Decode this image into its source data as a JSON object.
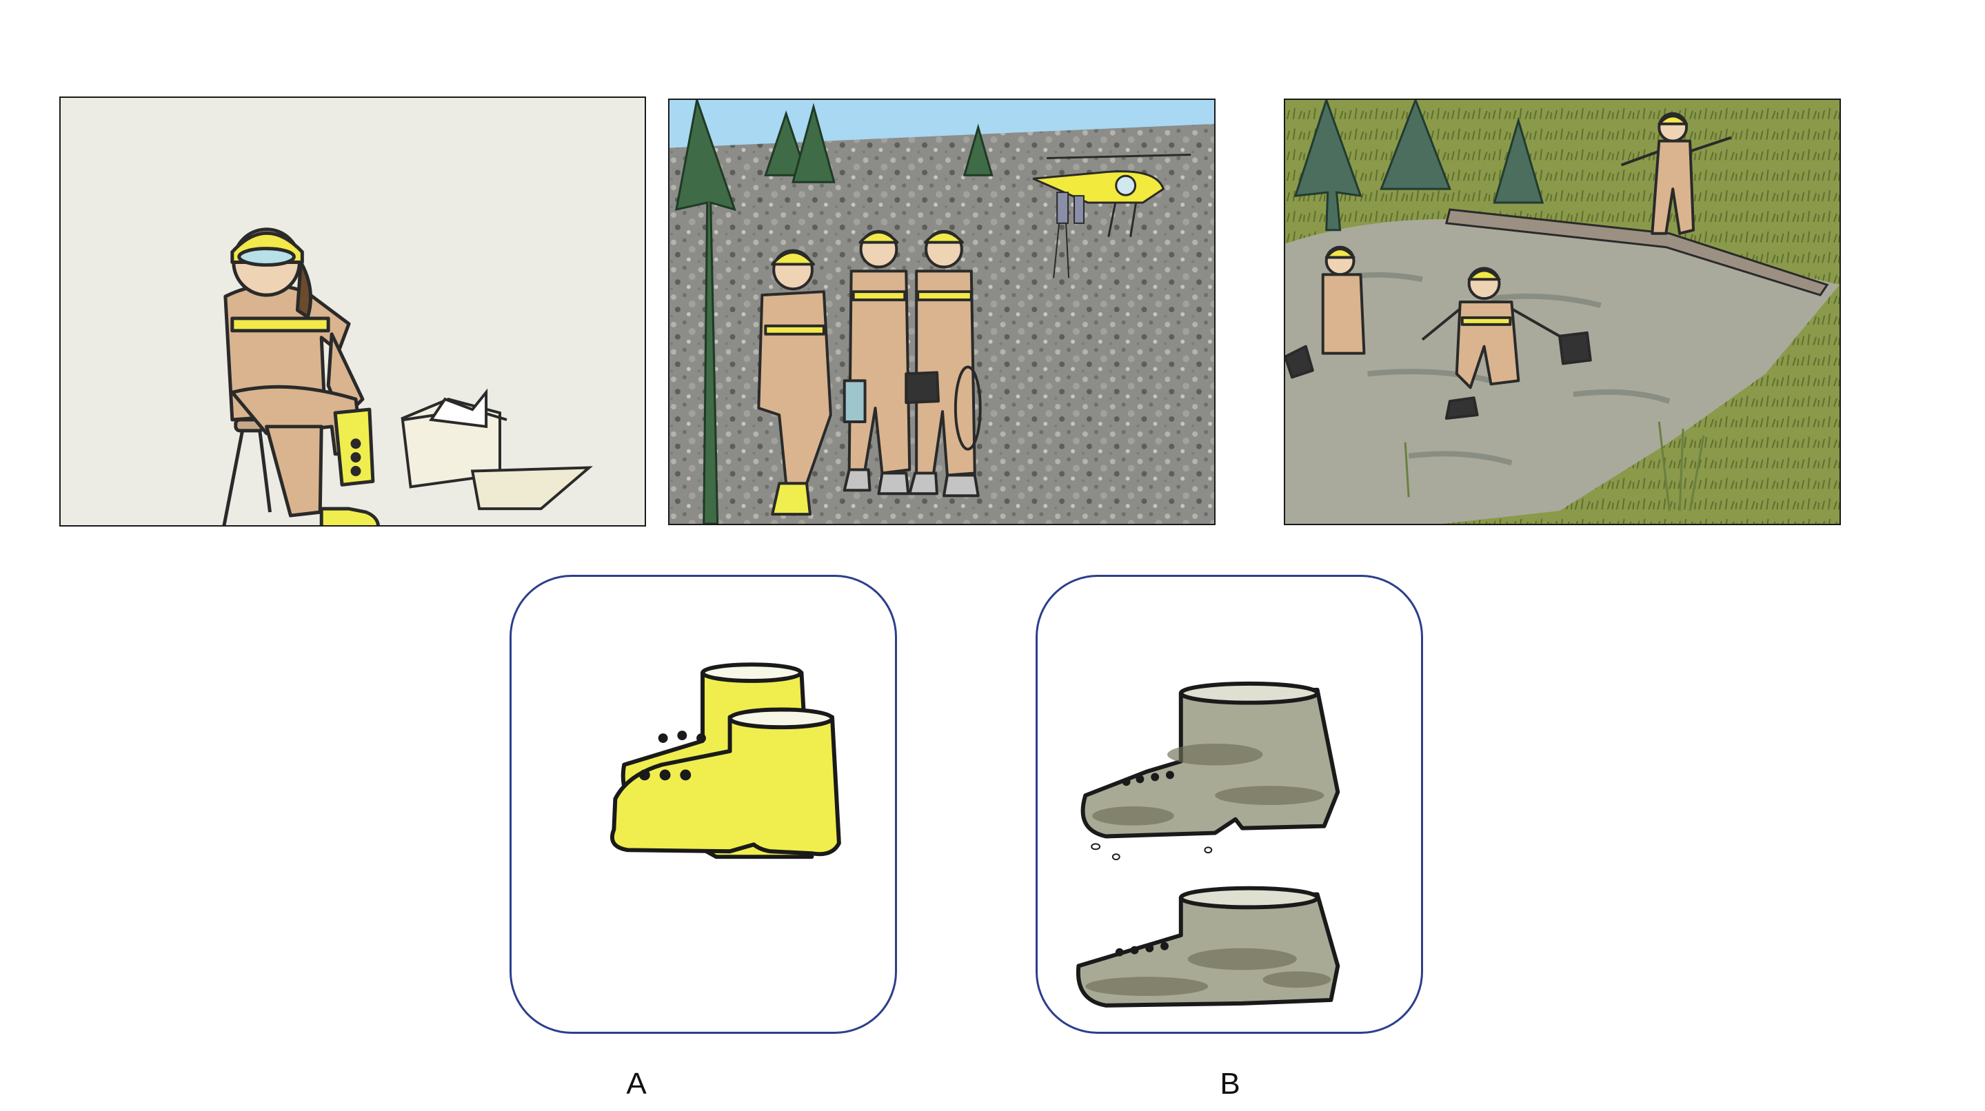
{
  "panels": [
    {
      "id": "panel-1",
      "scene": "worker-putting-on-boots"
    },
    {
      "id": "panel-2",
      "scene": "crew-walking-on-gravel-from-helicopter"
    },
    {
      "id": "panel-3",
      "scene": "crew-wading-through-swamp"
    }
  ],
  "options": [
    {
      "label": "A",
      "depicts": "clean-yellow-boots"
    },
    {
      "label": "B",
      "depicts": "muddy-grey-boots"
    }
  ],
  "colors": {
    "suit": "#d9b48f",
    "reflective_stripe": "#f2e94a",
    "boot_yellow": "#f0ee4e",
    "mud_grey": "#a8aa96",
    "card_border": "#2b3f8c",
    "sky": "#a8d8f2",
    "helicopter": "#f2ea3c",
    "grass": "#8a9a4a",
    "water": "#a9aa9c"
  }
}
